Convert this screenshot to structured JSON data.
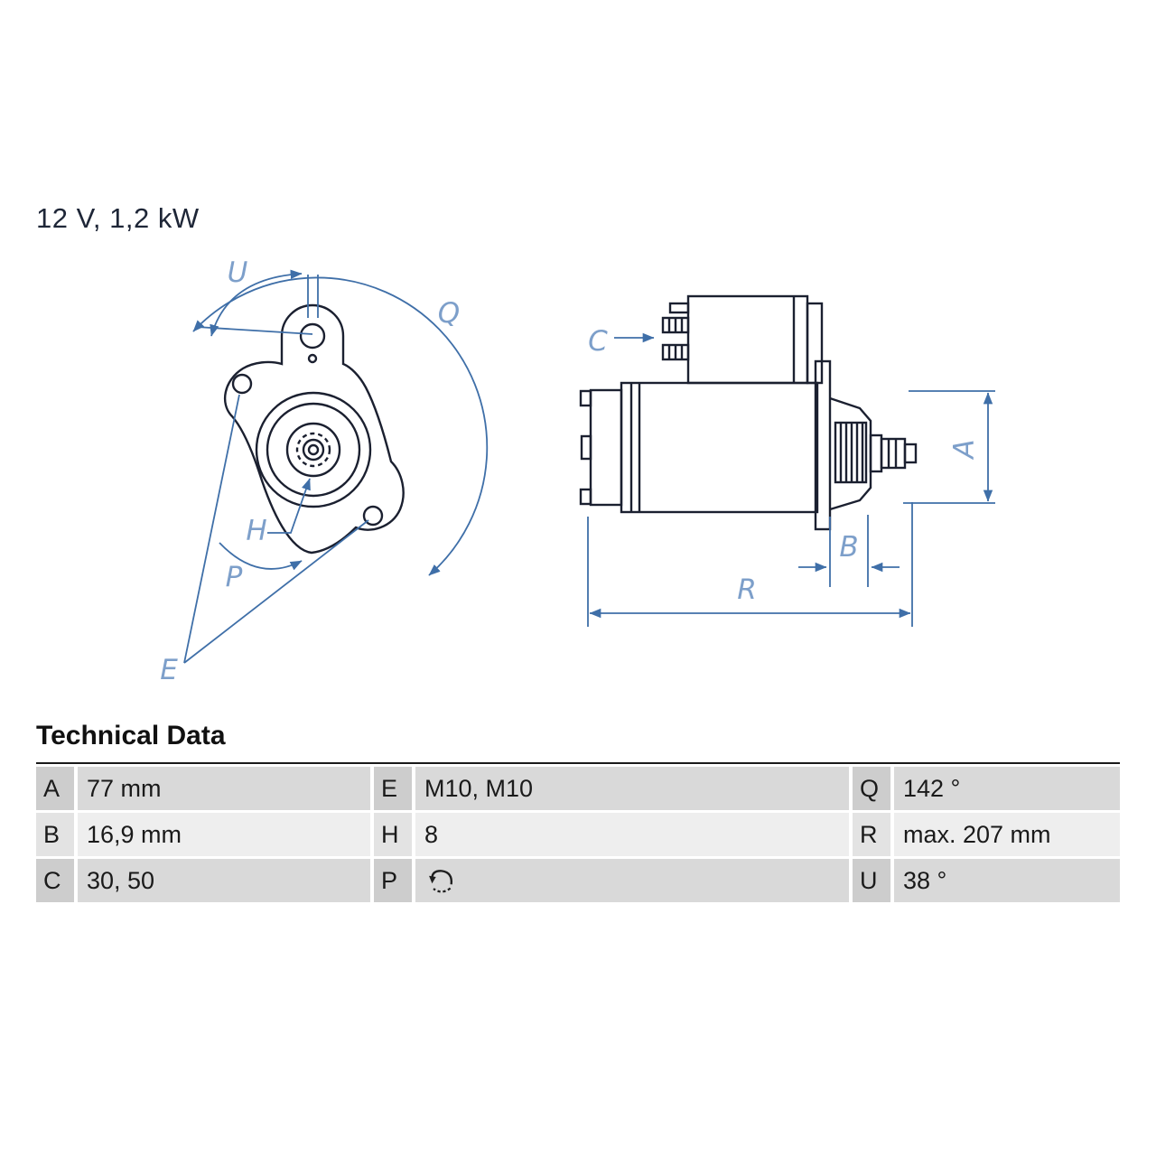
{
  "header": {
    "spec": "12 V, 1,2 kW"
  },
  "drawing": {
    "type": "starter-motor-technical-drawing",
    "views": [
      "front-view",
      "side-view"
    ],
    "dimension_labels": {
      "U": "U",
      "Q": "Q",
      "H": "H",
      "P": "P",
      "E": "E",
      "C": "C",
      "A": "A",
      "B": "B",
      "R": "R"
    },
    "colors": {
      "part_line": "#1b2030",
      "dimension_line": "#3f6fa8",
      "dimension_label": "#7d9fca"
    }
  },
  "technical_data": {
    "title": "Technical Data",
    "rows": [
      {
        "cells": [
          {
            "key": "A",
            "value": "77 mm"
          },
          {
            "key": "E",
            "value": "M10, M10"
          },
          {
            "key": "Q",
            "value": "142 °"
          }
        ]
      },
      {
        "cells": [
          {
            "key": "B",
            "value": "16,9 mm"
          },
          {
            "key": "H",
            "value": "8"
          },
          {
            "key": "R",
            "value": "max. 207 mm"
          }
        ]
      },
      {
        "cells": [
          {
            "key": "C",
            "value": "30, 50"
          },
          {
            "key": "P",
            "value": "",
            "icon": "rotation-ccw"
          },
          {
            "key": "U",
            "value": "38 °"
          }
        ]
      }
    ]
  }
}
